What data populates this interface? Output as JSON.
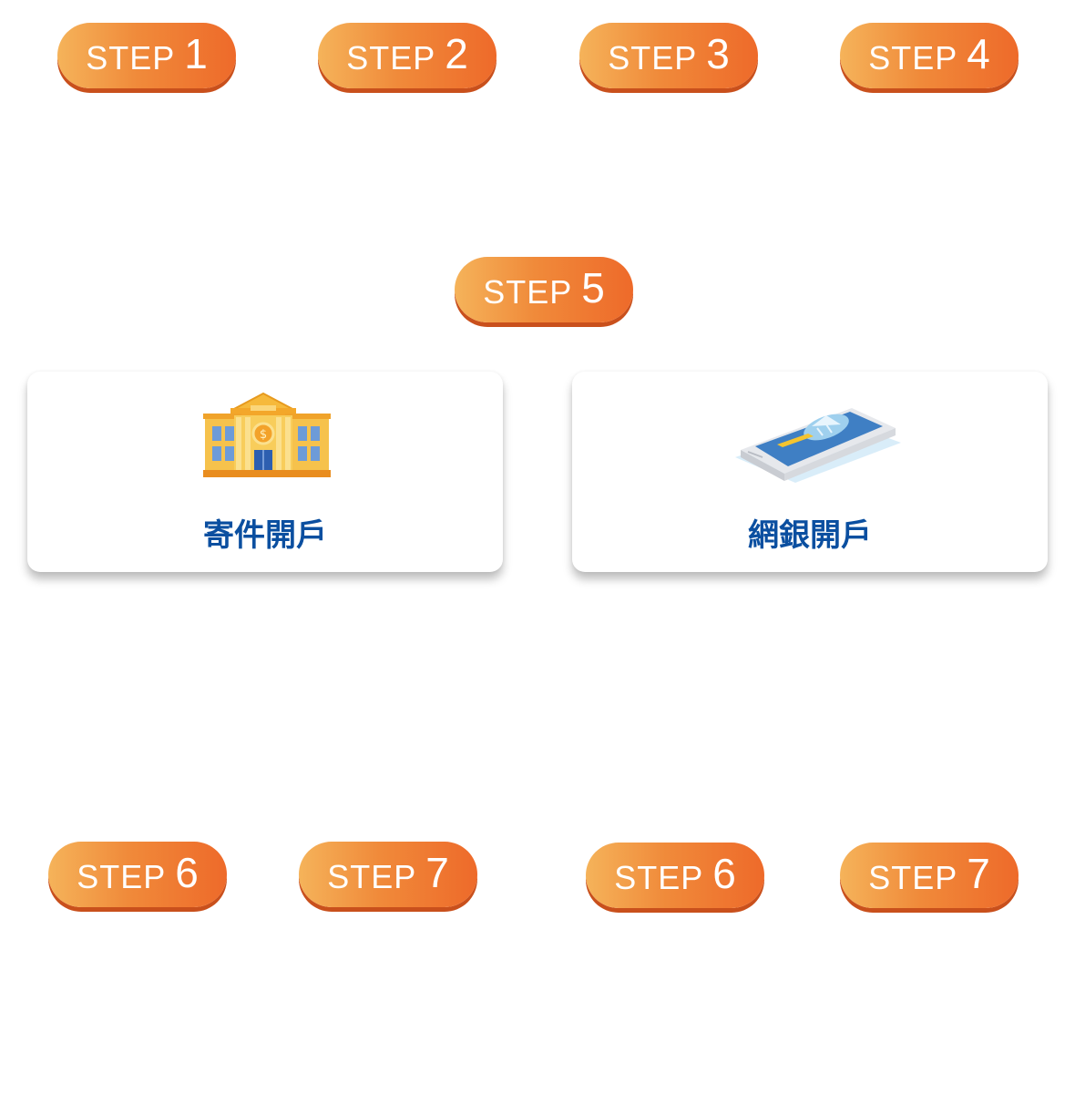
{
  "steps": {
    "s1": {
      "word": "STEP",
      "num": "1"
    },
    "s2": {
      "word": "STEP",
      "num": "2"
    },
    "s3": {
      "word": "STEP",
      "num": "3"
    },
    "s4": {
      "word": "STEP",
      "num": "4"
    },
    "s5": {
      "word": "STEP",
      "num": "5"
    },
    "s6a": {
      "word": "STEP",
      "num": "6"
    },
    "s7a": {
      "word": "STEP",
      "num": "7"
    },
    "s6b": {
      "word": "STEP",
      "num": "6"
    },
    "s7b": {
      "word": "STEP",
      "num": "7"
    }
  },
  "options": {
    "mail": {
      "label": "寄件開戶",
      "icon": "bank-building-icon"
    },
    "online": {
      "label": "網銀開戶",
      "icon": "mobile-banking-phone-icon"
    }
  },
  "colors": {
    "badge_start": "#f5b35a",
    "badge_end": "#ee6a2a",
    "label_blue": "#0b4fa0"
  }
}
